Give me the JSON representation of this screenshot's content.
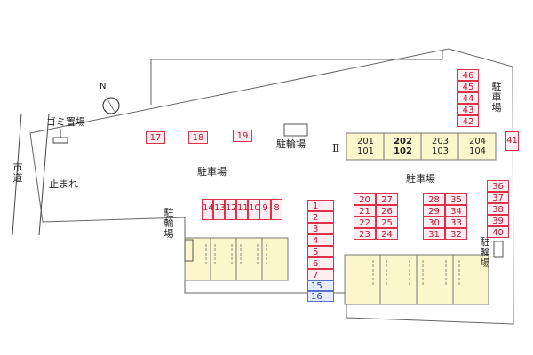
{
  "labels": {
    "city_road": "市道",
    "stop": "止まれ",
    "trash": "ゴミ置場",
    "parking_main": "駐車場",
    "parking_right": "駐車場",
    "parking_top_right": "駐車場",
    "bike_top": "駐輪場",
    "bike_left": "駐輪場",
    "bike_right": "駐輪場",
    "building_roman": "Ⅱ",
    "north": "N"
  },
  "building_rooms": [
    {
      "upper": "201",
      "lower": "101"
    },
    {
      "upper": "202",
      "lower": "102"
    },
    {
      "upper": "203",
      "lower": "103"
    },
    {
      "upper": "204",
      "lower": "104"
    }
  ],
  "slots": {
    "top_row": [
      "17",
      "18",
      "19"
    ],
    "right_col_top": [
      "46",
      "45",
      "44",
      "43",
      "42"
    ],
    "single_right": "41",
    "left_row": [
      "14",
      "13",
      "12",
      "11",
      "10",
      "9",
      "8"
    ],
    "center_col": [
      "1",
      "2",
      "3",
      "4",
      "5",
      "6",
      "7"
    ],
    "center_col_blue": [
      "15",
      "16"
    ],
    "grid_a": [
      [
        "20",
        "27"
      ],
      [
        "21",
        "26"
      ],
      [
        "22",
        "25"
      ],
      [
        "23",
        "24"
      ]
    ],
    "grid_b": [
      [
        "28",
        "35"
      ],
      [
        "29",
        "34"
      ],
      [
        "30",
        "33"
      ],
      [
        "31",
        "32"
      ]
    ],
    "right_col_bottom": [
      "36",
      "37",
      "38",
      "39",
      "40"
    ]
  },
  "colors": {
    "slot_border": "#e0314b",
    "slot_fill": "#ffeef1",
    "blue_border": "#5570c8",
    "building_fill": "#fbf6cc",
    "lot_line": "#555555"
  }
}
